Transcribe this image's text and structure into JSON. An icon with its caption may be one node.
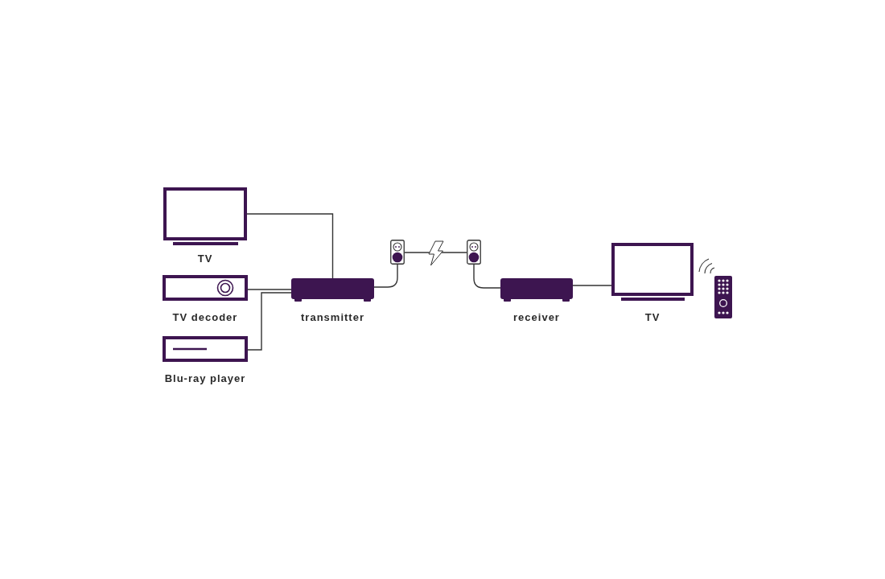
{
  "diagram": {
    "nodes": [
      {
        "text": [
          "TV"
        ]
      },
      {
        "text": [
          "TV decoder"
        ]
      },
      {
        "text": [
          "Blu-ray player"
        ]
      },
      {
        "text": [
          "transmitter"
        ]
      },
      {
        "text": [],
        "shape": "socket"
      },
      {
        "text": [],
        "shape": "socket"
      },
      {
        "text": [
          "receiver"
        ]
      },
      {
        "text": [
          "TV"
        ]
      }
    ],
    "edges": [
      {
        "from": 0,
        "to": 3,
        "arrow": "none"
      },
      {
        "from": 1,
        "to": 3,
        "arrow": "none"
      },
      {
        "from": 2,
        "to": 3,
        "arrow": "none"
      },
      {
        "from": 3,
        "to": 4,
        "arrow": "none"
      },
      {
        "from": 4,
        "to": 5,
        "arrow": "none"
      },
      {
        "from": 5,
        "to": 6,
        "arrow": "none"
      },
      {
        "from": 6,
        "to": 7,
        "arrow": "none"
      }
    ]
  }
}
